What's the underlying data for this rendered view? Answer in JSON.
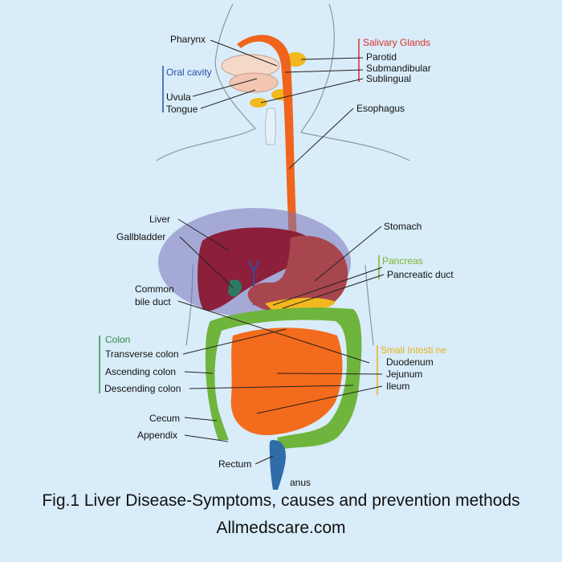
{
  "colors": {
    "background": "#d9ecf9",
    "esophagus": "#f0641e",
    "liver": "#8c1f3a",
    "stomach": "#a8464e",
    "colon": "#6fb43c",
    "small_intestine": "#f36b1c",
    "rectum": "#2f6da8",
    "gland": "#f2b81e",
    "abdomen_highlight": "#7a72b8",
    "salivary_header": "#d9342b",
    "oral_header": "#2b4fa8",
    "pancreas_header": "#7ab52b",
    "colon_header": "#2e8f3e",
    "small_intestine_header": "#e8b21a"
  },
  "groups": {
    "salivary": "Salivary Glands",
    "oral": "Oral cavity",
    "pancreas": "Pancreas",
    "colon": "Colon",
    "small_intestine": "Small Intesti ne"
  },
  "labels": {
    "pharynx": "Pharynx",
    "parotid": "Parotid",
    "submandibular": "Submandibular",
    "sublingual": "Sublingual",
    "uvula": "Uvula",
    "tongue": "Tongue",
    "esophagus": "Esophagus",
    "liver": "Liver",
    "gallbladder": "Gallbladder",
    "stomach": "Stomach",
    "pancreatic_duct": "Pancreatic duct",
    "common": "Common",
    "bile_duct": "bile duct",
    "transverse_colon": "Transverse colon",
    "ascending_colon": "Ascending colon",
    "descending_colon": "Descending colon",
    "duodenum": "Duodenum",
    "jejunum": "Jejunum",
    "ileum": "Ileum",
    "cecum": "Cecum",
    "appendix": "Appendix",
    "rectum": "Rectum",
    "anus": "anus"
  },
  "caption": {
    "line1": "Fig.1 Liver Disease-Symptoms, causes and prevention methods",
    "line2": "Allmedscare.com"
  }
}
